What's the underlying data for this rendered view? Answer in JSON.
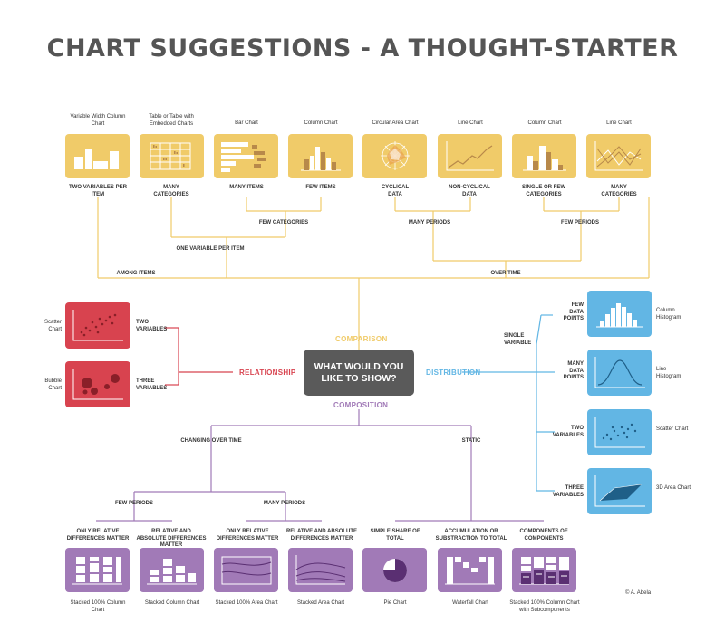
{
  "title": "CHART SUGGESTIONS - A THOUGHT-STARTER",
  "center": "WHAT WOULD YOU LIKE TO SHOW?",
  "colors": {
    "yellow": "#f0cb69",
    "red": "#d8434f",
    "blue": "#62b6e4",
    "purple": "#a17ab7",
    "center": "#5a5a5a"
  },
  "categories": {
    "comparison": "COMPARISON",
    "relationship": "RELATIONSHIP",
    "distribution": "DISTRIBUTION",
    "composition": "COMPOSITION"
  },
  "comparison": {
    "charts": [
      {
        "name": "Variable Width Column Chart",
        "caption": "TWO VARIABLES PER ITEM",
        "icon": "variable-width-column-icon"
      },
      {
        "name": "Table or Table with Embedded Charts",
        "caption": "MANY CATEGORIES",
        "icon": "table-icon"
      },
      {
        "name": "Bar Chart",
        "caption": "MANY ITEMS",
        "icon": "bar-chart-icon"
      },
      {
        "name": "Column Chart",
        "caption": "FEW ITEMS",
        "icon": "column-chart-icon"
      },
      {
        "name": "Circular Area Chart",
        "caption": "CYCLICAL DATA",
        "icon": "circular-area-icon"
      },
      {
        "name": "Line Chart",
        "caption": "NON-CYCLICAL DATA",
        "icon": "line-chart-icon"
      },
      {
        "name": "Column Chart",
        "caption": "SINGLE OR FEW CATEGORIES",
        "icon": "column-chart-icon"
      },
      {
        "name": "Line Chart",
        "caption": "MANY CATEGORIES",
        "icon": "line-chart-icon"
      }
    ],
    "few_categories": "FEW CATEGORIES",
    "one_variable": "ONE VARIABLE PER ITEM",
    "many_periods": "MANY PERIODS",
    "few_periods": "FEW PERIODS",
    "among_items": "AMONG ITEMS",
    "over_time": "OVER TIME"
  },
  "relationship": {
    "charts": [
      {
        "name": "Scatter Chart",
        "caption": "TWO VARIABLES",
        "icon": "scatter-icon"
      },
      {
        "name": "Bubble Chart",
        "caption": "THREE VARIABLES",
        "icon": "bubble-icon"
      }
    ]
  },
  "distribution": {
    "single_variable": "SINGLE VARIABLE",
    "charts": [
      {
        "name": "Column Histogram",
        "caption": "FEW DATA POINTS",
        "icon": "column-histogram-icon"
      },
      {
        "name": "Line Histogram",
        "caption": "MANY DATA POINTS",
        "icon": "line-histogram-icon"
      },
      {
        "name": "Scatter Chart",
        "caption": "TWO VARIABLES",
        "icon": "scatter-icon"
      },
      {
        "name": "3D Area Chart",
        "caption": "THREE VARIABLES",
        "icon": "3d-area-icon"
      }
    ]
  },
  "composition": {
    "changing_over_time": "CHANGING OVER TIME",
    "static": "STATIC",
    "few_periods": "FEW PERIODS",
    "many_periods": "MANY PERIODS",
    "charts": [
      {
        "name": "Stacked 100% Column Chart",
        "caption": "ONLY RELATIVE DIFFERENCES MATTER",
        "icon": "stacked-100-column-icon"
      },
      {
        "name": "Stacked Column Chart",
        "caption": "RELATIVE AND ABSOLUTE DIFFERENCES MATTER",
        "icon": "stacked-column-icon"
      },
      {
        "name": "Stacked 100% Area Chart",
        "caption": "ONLY RELATIVE DIFFERENCES MATTER",
        "icon": "stacked-100-area-icon"
      },
      {
        "name": "Stacked Area Chart",
        "caption": "RELATIVE AND ABSOLUTE DIFFERENCES MATTER",
        "icon": "stacked-area-icon"
      },
      {
        "name": "Pie Chart",
        "caption": "SIMPLE SHARE OF TOTAL",
        "icon": "pie-chart-icon"
      },
      {
        "name": "Waterfall Chart",
        "caption": "ACCUMULATION OR SUBSTRACTION TO TOTAL",
        "icon": "waterfall-icon"
      },
      {
        "name": "Stacked 100% Column Chart with Subcomponents",
        "caption": "COMPONENTS OF COMPONENTS",
        "icon": "stacked-subcomponents-icon"
      }
    ]
  },
  "credit": "© A. Abela"
}
